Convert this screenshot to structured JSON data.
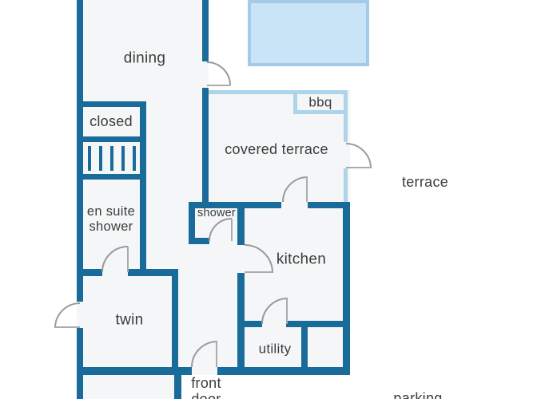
{
  "diagram_type": "floor-plan",
  "labels": {
    "dining": "dining",
    "closed": "closed",
    "en_suite_shower": "en suite\nshower",
    "twin": "twin",
    "shower": "shower",
    "kitchen": "kitchen",
    "utility": "utility",
    "front_door": "front\ndoor",
    "covered_terrace": "covered terrace",
    "bbq": "bbq",
    "terrace": "terrace",
    "parking": "parking"
  },
  "features": {
    "pool": "swimming-pool (light blue rectangle, top right, cropped at top)",
    "stairs": "staircase hatching below closed room (5 vertical bars)",
    "doors": [
      "dining-to-terrace",
      "exterior-left-of-twin",
      "ensuite-to-twin",
      "front-door",
      "shower",
      "hall-to-kitchen",
      "covered-terrace-to-kitchen",
      "covered-terrace-to-terrace",
      "kitchen-to-utility"
    ]
  },
  "colors": {
    "wall": "#196b9a",
    "light_wall": "#aed4ec",
    "pool_fill": "#c9e4f7",
    "pool_border": "#a3cbe8",
    "floor": "#f5f6f7",
    "text": "#3c3c3c",
    "door_arc": "#9a9a9a"
  }
}
